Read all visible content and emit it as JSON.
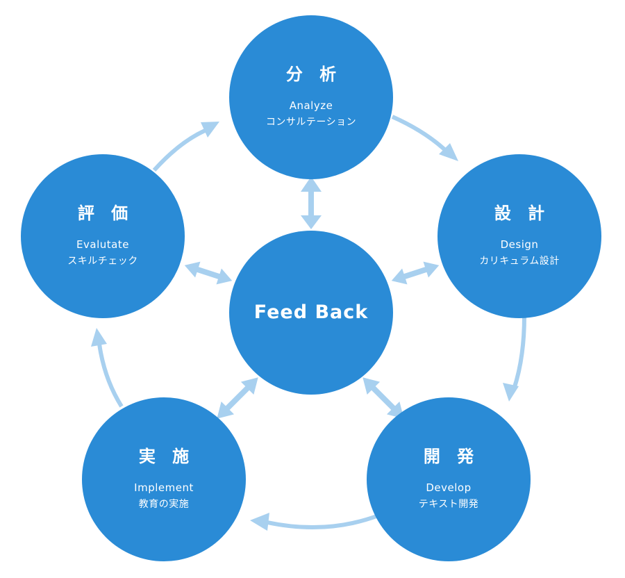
{
  "colors": {
    "node_fill": "#2a8bd6",
    "arrow_color": "#a8d0ef"
  },
  "center": {
    "label": "Feed Back"
  },
  "stages": [
    {
      "key": "analyze",
      "title": "分 析",
      "english": "Analyze",
      "japanese": "コンサルテーション"
    },
    {
      "key": "design",
      "title": "設 計",
      "english": "Design",
      "japanese": "カリキュラム設計"
    },
    {
      "key": "develop",
      "title": "開 発",
      "english": "Develop",
      "japanese": "テキスト開発"
    },
    {
      "key": "implement",
      "title": "実 施",
      "english": "Implement",
      "japanese": "教育の実施"
    },
    {
      "key": "evaluate",
      "title": "評 価",
      "english": "Evalutate",
      "japanese": "スキルチェック"
    }
  ]
}
